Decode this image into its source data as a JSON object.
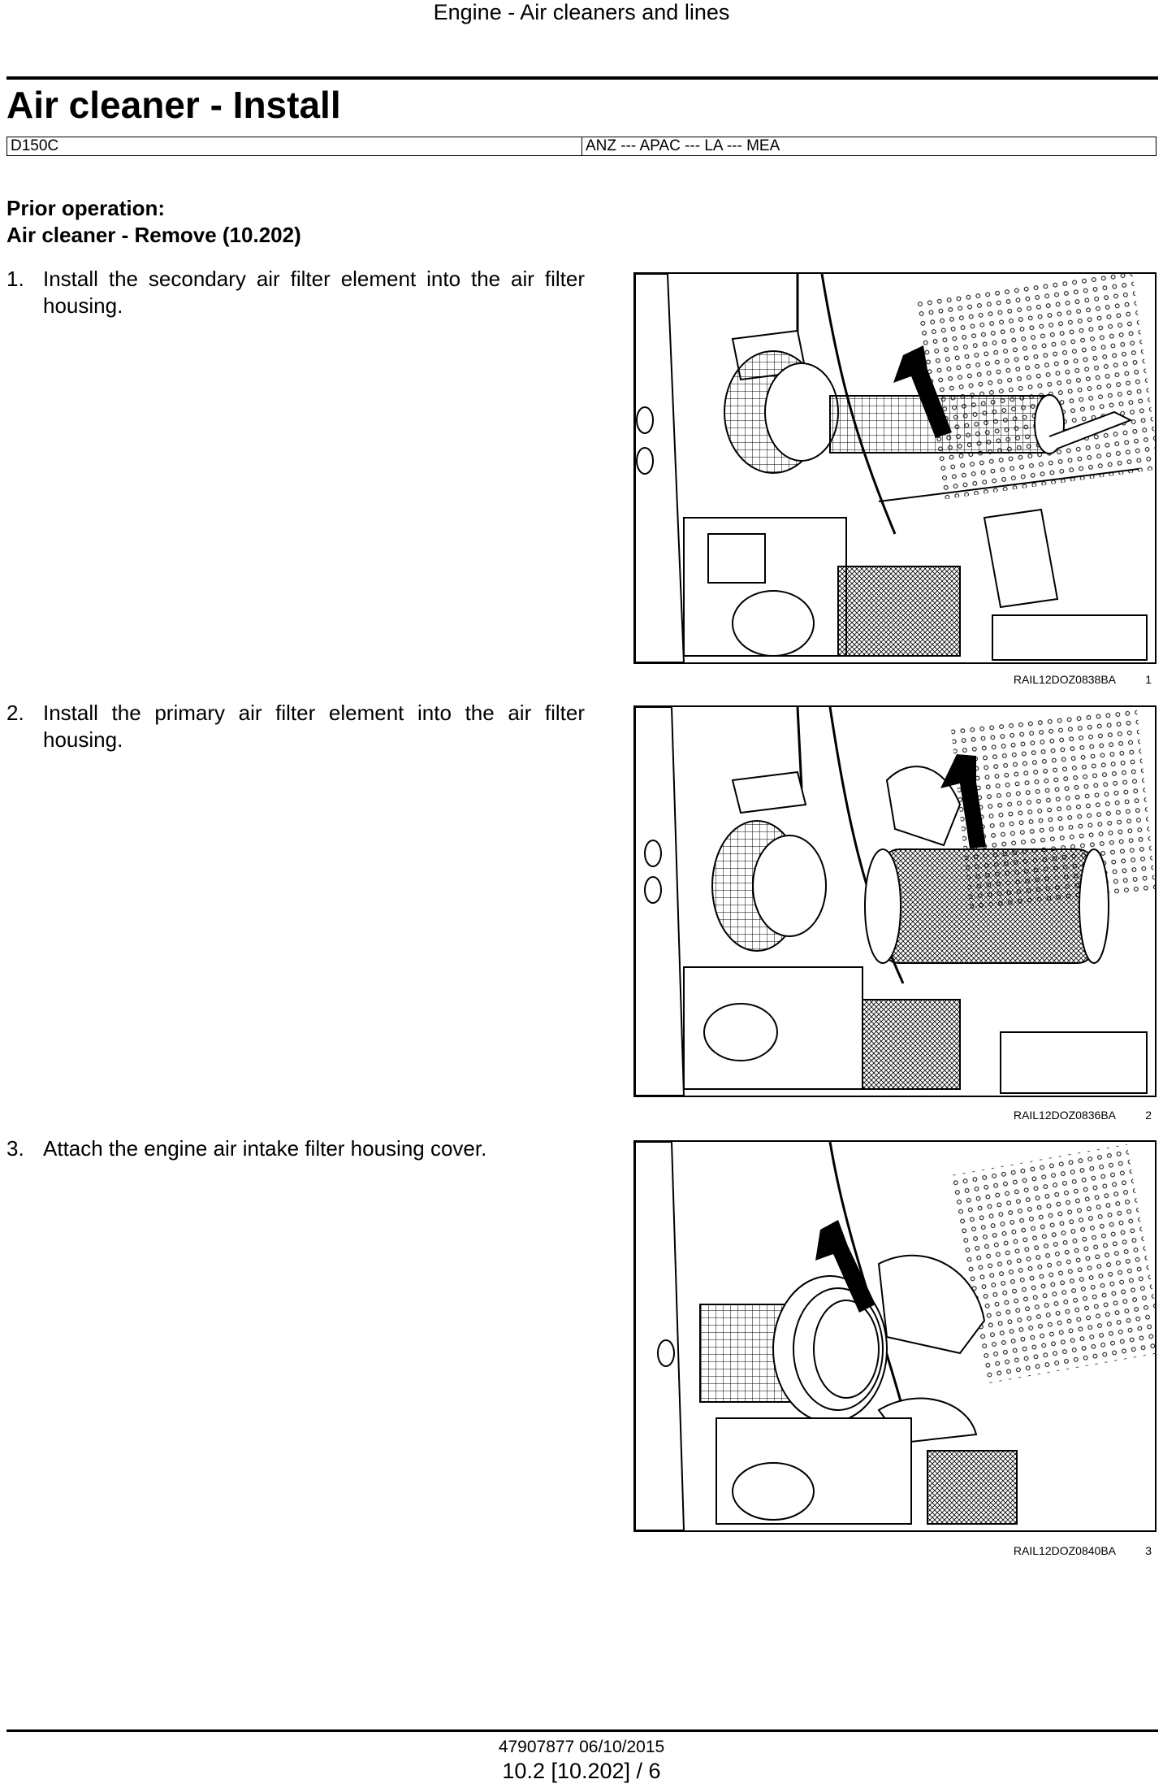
{
  "header": {
    "section": "Engine - Air cleaners and lines"
  },
  "title": "Air cleaner - Install",
  "applicability": {
    "model": "D150C",
    "regions": "ANZ --- APAC --- LA --- MEA"
  },
  "prior_operation": {
    "label": "Prior operation:",
    "reference": "Air cleaner - Remove (10.202)"
  },
  "steps": [
    {
      "number": "1.",
      "text": "Install the secondary air filter element into the air filter housing."
    },
    {
      "number": "2.",
      "text": "Install the primary air filter element into the air filter housing."
    },
    {
      "number": "3.",
      "text": "Attach the engine air intake filter housing cover."
    }
  ],
  "figures": [
    {
      "code": "RAIL12DOZ0838BA",
      "number": "1"
    },
    {
      "code": "RAIL12DOZ0836BA",
      "number": "2"
    },
    {
      "code": "RAIL12DOZ0840BA",
      "number": "3"
    }
  ],
  "footer": {
    "doc_ref": "47907877 06/10/2015",
    "page": "10.2 [10.202] / 6"
  }
}
